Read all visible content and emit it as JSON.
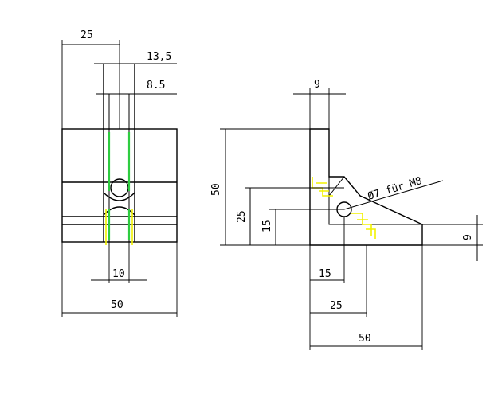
{
  "colors": {
    "line": "#000000",
    "green_hatch": "#2ecc40",
    "yellow_hatch": "#f2f200",
    "background": "#ffffff"
  },
  "front_view": {
    "dim_overall_top": "25",
    "dim_slot_outer": "13,5",
    "dim_slot_inner": "8.5",
    "dim_bottom_slot": "10",
    "dim_overall_width": "50"
  },
  "side_view": {
    "dim_wall_thickness": "9",
    "dim_height": "50",
    "dim_hole_height_25": "25",
    "dim_hole_height_15": "15",
    "dim_flange_thickness": "9",
    "hole_note": "Ø7 für M8",
    "dim_bottom_15": "15",
    "dim_bottom_25": "25",
    "dim_bottom_50": "50"
  }
}
